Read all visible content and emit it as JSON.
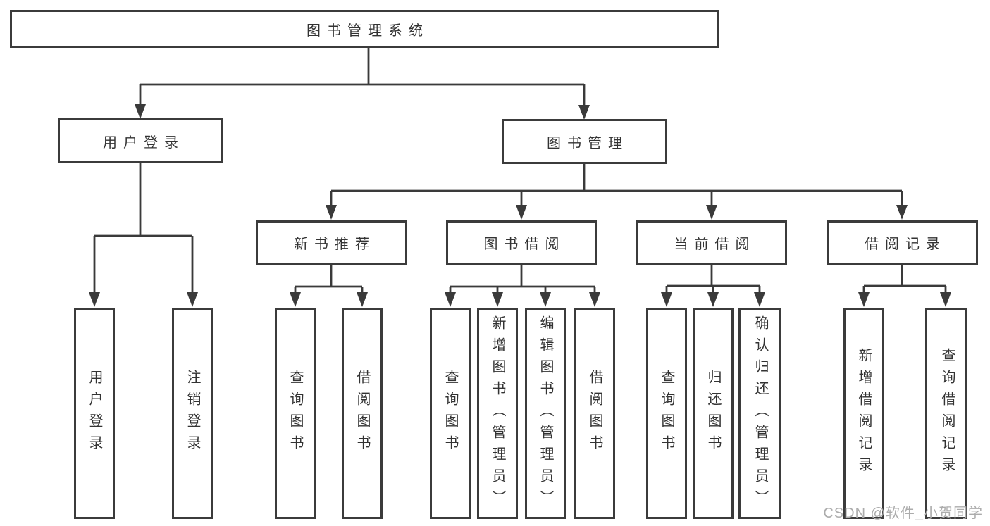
{
  "diagram": {
    "tree": {
      "label": "图书管理系统",
      "children": [
        {
          "label": "用户登录",
          "children": [
            {
              "label": "用户登录"
            },
            {
              "label": "注销登录"
            }
          ]
        },
        {
          "label": "图书管理",
          "children": [
            {
              "label": "新书推荐",
              "children": [
                {
                  "label": "查询图书"
                },
                {
                  "label": "借阅图书"
                }
              ]
            },
            {
              "label": "图书借阅",
              "children": [
                {
                  "label": "查询图书"
                },
                {
                  "label": "新增图书（管理员）"
                },
                {
                  "label": "编辑图书（管理员）"
                },
                {
                  "label": "借阅图书"
                }
              ]
            },
            {
              "label": "当前借阅",
              "children": [
                {
                  "label": "查询图书"
                },
                {
                  "label": "归还图书"
                },
                {
                  "label": "确认归还（管理员）"
                }
              ]
            },
            {
              "label": "借阅记录",
              "children": [
                {
                  "label": "新增借阅记录"
                },
                {
                  "label": "查询借阅记录"
                }
              ]
            }
          ]
        }
      ]
    },
    "colors": {
      "line": "#3a3a3a",
      "box_border": "#3b3b3b",
      "text": "#333333",
      "background": "#ffffff",
      "watermark": "#acacac"
    }
  },
  "watermark": {
    "text": "CSDN @软件_小贺同学"
  }
}
